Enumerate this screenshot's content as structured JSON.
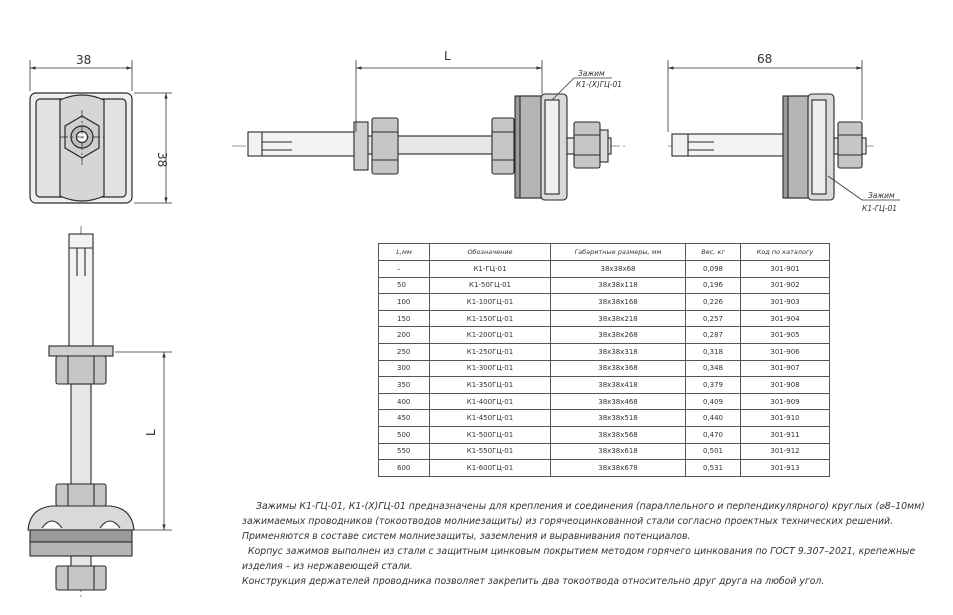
{
  "dimensions": {
    "top_left_width": "38",
    "top_left_height": "38",
    "top_center_length": "L",
    "top_right_width": "68",
    "bottom_left_length": "L"
  },
  "callouts": {
    "center_clamp_label": "Зажим",
    "center_clamp_code": "К1-(Х)ГЦ-01",
    "right_clamp_label": "Зажим",
    "right_clamp_code": "К1-ГЦ-01"
  },
  "table": {
    "headers": [
      "L,мм",
      "Обозначение",
      "Габаритные размеры, мм",
      "Вес, кг",
      "Код по каталогу"
    ],
    "rows": [
      [
        "–",
        "К1-ГЦ-01",
        "38х38х68",
        "0,098",
        "301-901"
      ],
      [
        "50",
        "К1-50ГЦ-01",
        "38х38х118",
        "0,196",
        "301-902"
      ],
      [
        "100",
        "К1-100ГЦ-01",
        "38х38х168",
        "0,226",
        "301-903"
      ],
      [
        "150",
        "К1-150ГЦ-01",
        "38х38х218",
        "0,257",
        "301-904"
      ],
      [
        "200",
        "К1-200ГЦ-01",
        "38х38х268",
        "0,287",
        "301-905"
      ],
      [
        "250",
        "К1-250ГЦ-01",
        "38х38х318",
        "0,318",
        "301-906"
      ],
      [
        "300",
        "К1-300ГЦ-01",
        "38х38х368",
        "0,348",
        "301-907"
      ],
      [
        "350",
        "К1-350ГЦ-01",
        "38х38х418",
        "0,379",
        "301-908"
      ],
      [
        "400",
        "К1-400ГЦ-01",
        "38х38х468",
        "0,409",
        "301-909"
      ],
      [
        "450",
        "К1-450ГЦ-01",
        "38х38х518",
        "0,440",
        "301-910"
      ],
      [
        "500",
        "К1-500ГЦ-01",
        "38х38х568",
        "0,470",
        "301-911"
      ],
      [
        "550",
        "К1-550ГЦ-01",
        "38х38х618",
        "0,501",
        "301-912"
      ],
      [
        "600",
        "К1-600ГЦ-01",
        "38х38х678",
        "0,531",
        "301-913"
      ]
    ]
  },
  "description": {
    "paragraph1": "Зажимы К1-ГЦ-01, К1-(Х)ГЦ-01 предназначены для крепления и соединения (параллельного и перпендикулярного) круглых (⌀8–10мм) зажимаемых проводников (токоотводов молниезащиты) из горячеоцинкованной стали согласно проектных технических решений. Применяются в составе систем молниезащиты, заземления и выравнивания потенциалов.",
    "paragraph2": "Корпус зажимов выполнен из стали с защитным цинковым покрытием методом горячего цинкования по ГОСТ 9.307–2021, крепежные изделия – из нержавеющей стали.",
    "paragraph3": "Конструкция держателей проводника позволяет закрепить два токоотвода относительно друг друга на любой угол."
  },
  "colors": {
    "line": "#2a2a2a",
    "metal_fill": "#dcdcdc",
    "dark_fill": "#8a8a8a"
  }
}
